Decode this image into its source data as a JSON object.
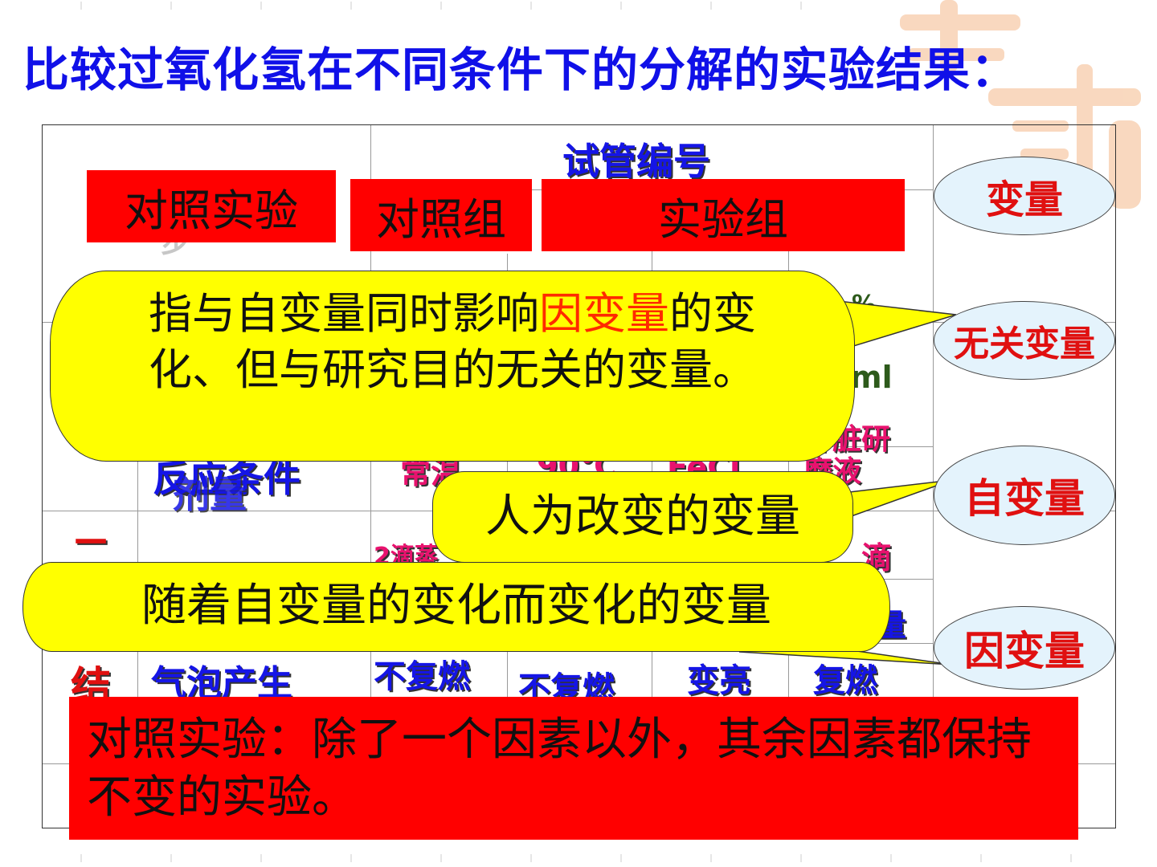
{
  "title": "比较过氧化氢在不同条件下的分解的实验结果：",
  "colors": {
    "title": "#1010e8",
    "red_box": "#ff0000",
    "callout": "#ffff00",
    "oval": "#e4f3fc",
    "variable_text": "#e01010"
  },
  "table": {
    "header": "试管编号",
    "partial_step_label": "步",
    "reaction_condition": "反应条件",
    "reagent_amount": "剂量",
    "percent_partial": "%",
    "volume_partial": "ml",
    "tube1_condition": "常温",
    "tube2_condition": "90℃",
    "tube3_condition": "FeCl",
    "tube4_condition": "肝脏研磨液",
    "section_two": "二",
    "drops_partial_left": "2滴蒸",
    "drops_partial_right": "滴",
    "partial_right": "量",
    "result_label": "结",
    "bubbles": "气泡产生",
    "result_1": "不复燃",
    "result_2": "不复燃",
    "result_3": "变亮",
    "result_4": "复燃"
  },
  "labels": {
    "control_experiment": "对照实验",
    "control_group": "对照组",
    "experimental_group": "实验组"
  },
  "variables": {
    "variable": "变量",
    "irrelevant": "无关变量",
    "independent": "自变量",
    "dependent": "因变量"
  },
  "callouts": {
    "irrelevant_pre": "指与自变量同时影响",
    "irrelevant_highlight": "因变量",
    "irrelevant_post": "的变化、但与研究目的无关的变量。",
    "independent": "人为改变的变量",
    "dependent": "随着自变量的变化而变化的变量"
  },
  "definition": {
    "lead": "对照实验：",
    "text": "除了一个因素以外，其余因素都保持不变的实验。"
  }
}
